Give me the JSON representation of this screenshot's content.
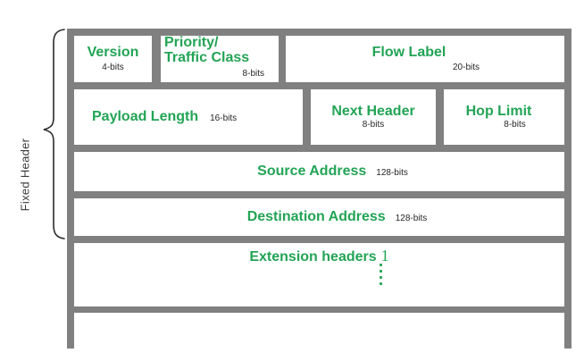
{
  "colors": {
    "green": "#22a455",
    "gray": "#808080",
    "text_dark": "#262626"
  },
  "side_label": "Fixed Header",
  "cells": {
    "version": {
      "label": "Version",
      "bits": "4-bits"
    },
    "priority": {
      "label_line1": "Priority/",
      "label_line2": "Traffic Class",
      "bits": "8-bits"
    },
    "flow_label": {
      "label": "Flow Label",
      "bits": "20-bits"
    },
    "payload_length": {
      "label": "Payload Length",
      "bits": "16-bits"
    },
    "next_header": {
      "label": "Next Header",
      "bits": "8-bits"
    },
    "hop_limit": {
      "label": "Hop Limit",
      "bits": "8-bits"
    },
    "source_address": {
      "label": "Source Address",
      "bits": "128-bits"
    },
    "destination_address": {
      "label": "Destination Address",
      "bits": "128-bits"
    },
    "extension_headers": {
      "label": "Extension headers",
      "index": "1"
    }
  }
}
